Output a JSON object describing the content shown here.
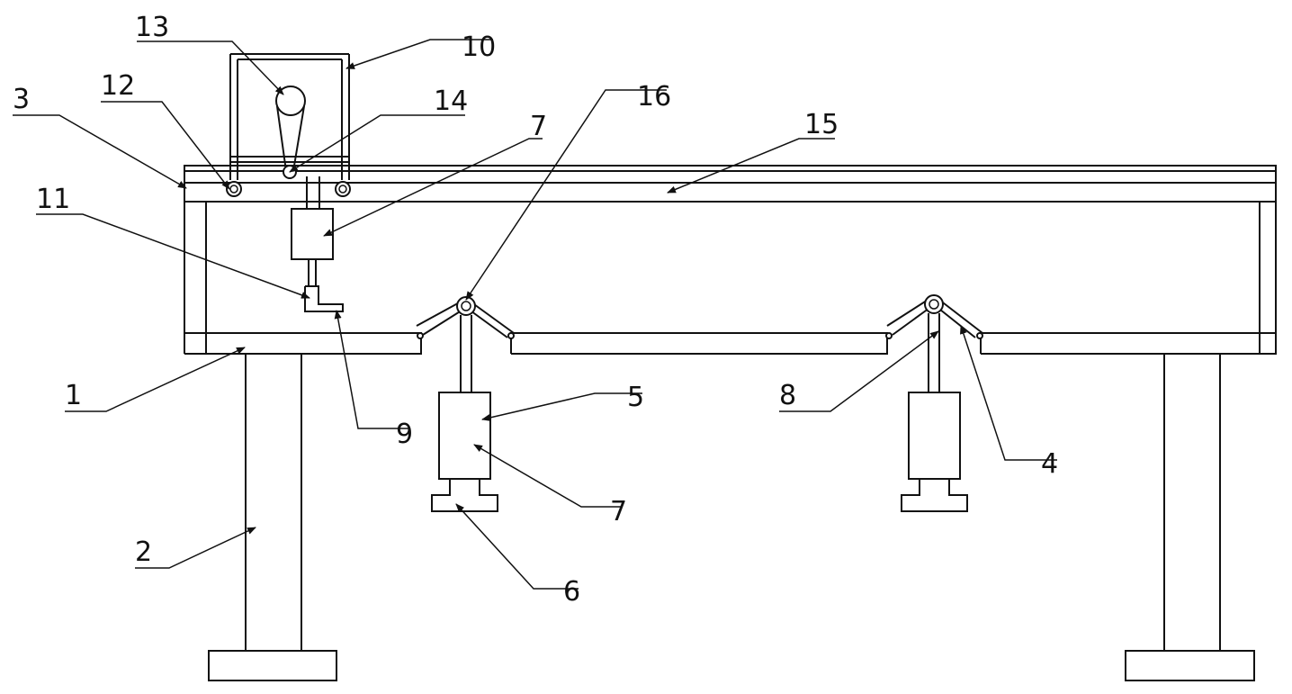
{
  "colors": {
    "stroke": "#111111",
    "background": "#ffffff"
  },
  "labels": {
    "n1": "1",
    "n2": "2",
    "n3": "3",
    "n4": "4",
    "n5": "5",
    "n6": "6",
    "n7a": "7",
    "n7b": "7",
    "n8": "8",
    "n9": "9",
    "n10": "10",
    "n11": "11",
    "n12": "12",
    "n13": "13",
    "n14": "14",
    "n15": "15",
    "n16": "16"
  }
}
